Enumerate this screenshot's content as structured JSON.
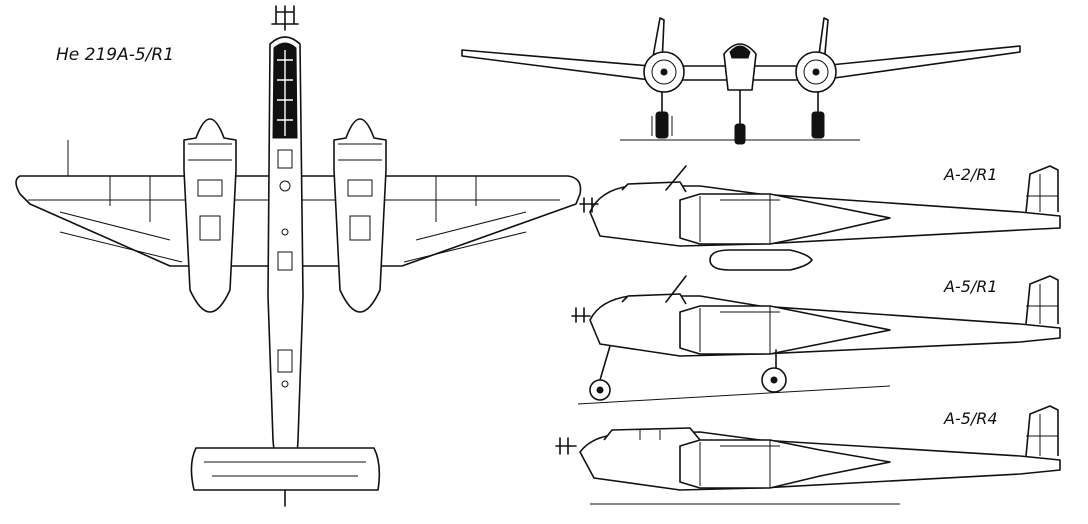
{
  "diagram": {
    "title": "He 219A-5/R1",
    "views": [
      {
        "label": "A-2/R1"
      },
      {
        "label": "A-5/R1"
      },
      {
        "label": "A-5/R4"
      }
    ]
  }
}
